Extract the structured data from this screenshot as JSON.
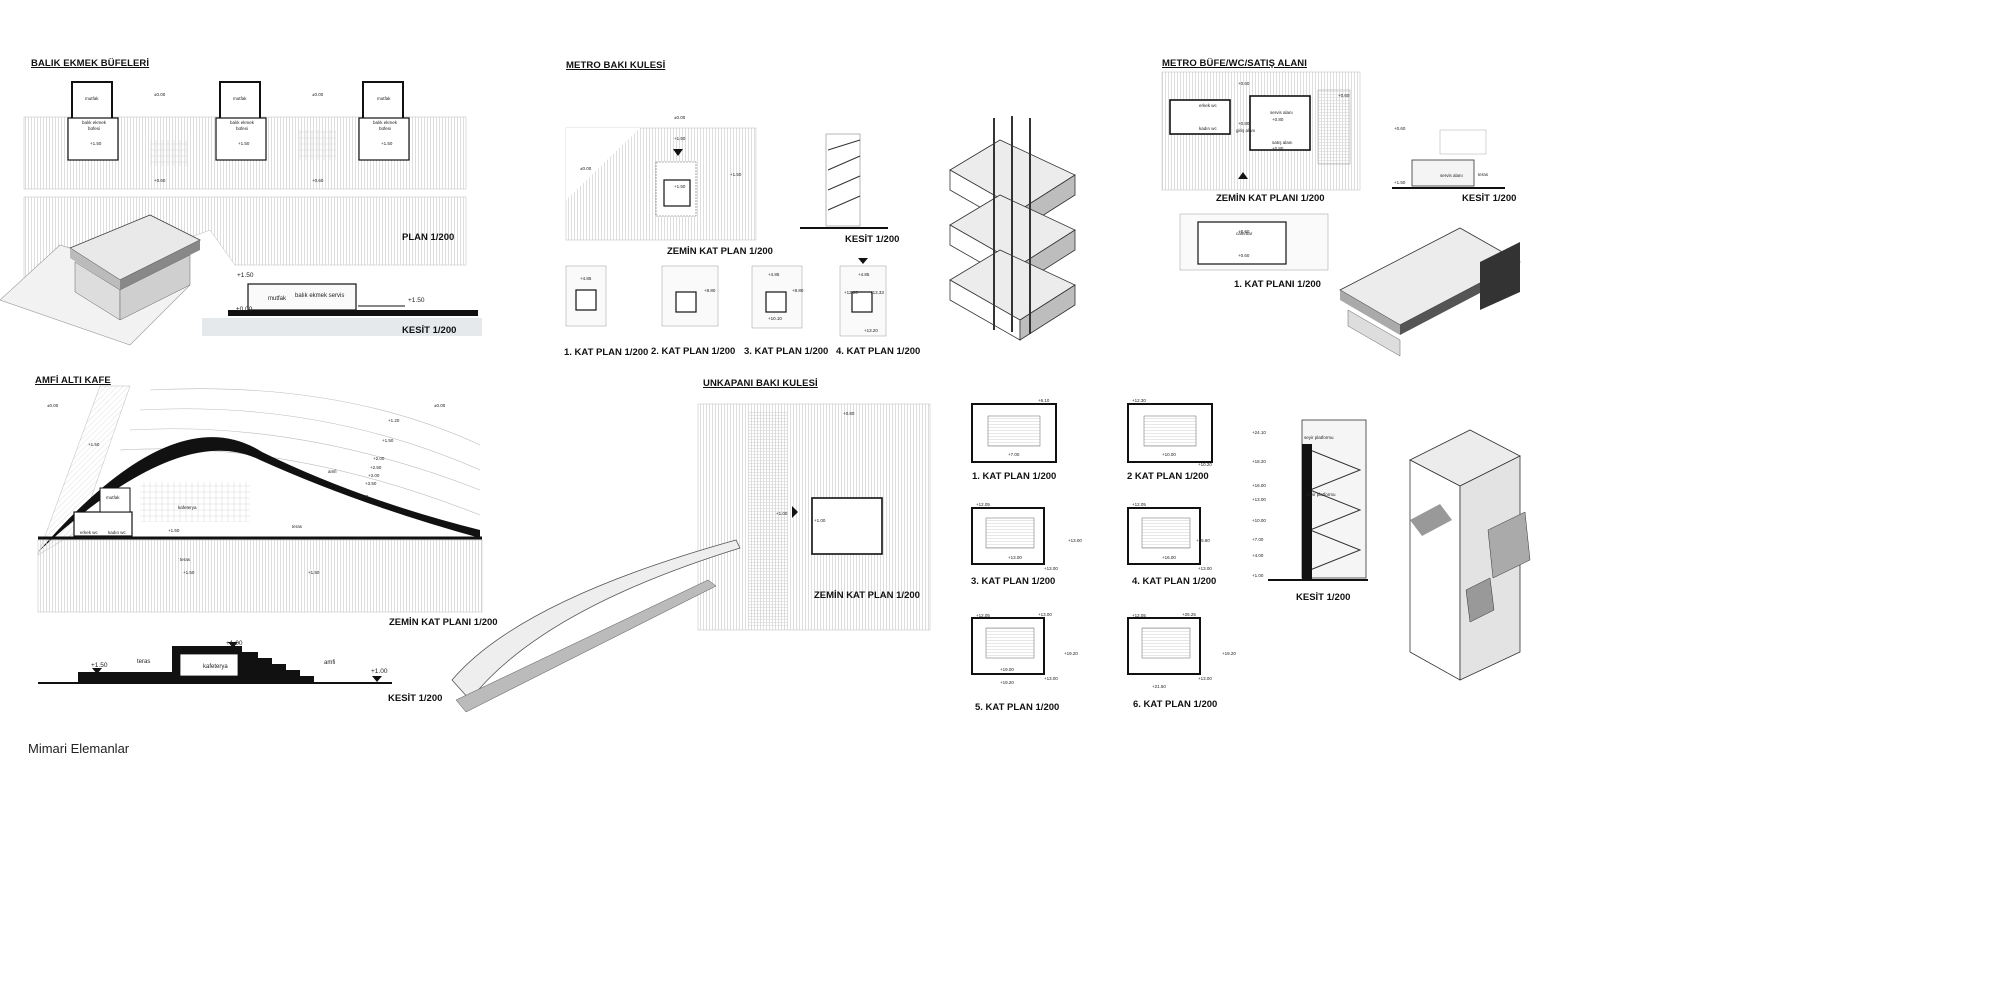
{
  "footer": "Mimari Elemanlar",
  "balik": {
    "title": "BALIK EKMEK BÜFELERİ",
    "plan": "PLAN 1/200",
    "kesit": "KESİT 1/200",
    "mutfak": "mutfak",
    "bufe": "balık ekmek",
    "bufe2": "büfesi",
    "kesit_mutfak": "mutfak",
    "kesit_servis": "balık ekmek servis",
    "lv_000": "±0.00",
    "lv_150": "+1.50",
    "lv_060": "+0.60"
  },
  "metro_kule": {
    "title": "METRO BAKI KULESİ",
    "zemin": "ZEMİN KAT PLAN 1/200",
    "kesit": "KESİT 1/200",
    "p1": "1. KAT PLAN 1/200",
    "p2": "2. KAT PLAN 1/200",
    "p3": "3. KAT PLAN 1/200",
    "p4": "4. KAT PLAN 1/200",
    "lv_000": "±0.00",
    "lv_150": "+1.50",
    "lv_485": "+4.85",
    "lv_880": "+8.80",
    "lv_1010": "+10.10",
    "lv_1220": "+12.20",
    "lv_1333": "+13.33",
    "lv_1320": "+13.20"
  },
  "metro_bufe": {
    "title": "METRO BÜFE/WC/SATIŞ ALANI",
    "zemin": "ZEMİN KAT PLANI 1/200",
    "p1": "1. KAT PLANI 1/200",
    "kesit": "KESİT 1/200",
    "erkek_wc": "erkek wc",
    "kadin_wc": "kadın wc",
    "servis": "servis alanı",
    "satis": "satış alanı",
    "giris": "giriş alanı",
    "cafe": "cafe/bar",
    "lv_060": "+0.60",
    "lv_080": "+0.80",
    "lv_150": "+1.50",
    "teras": "teras"
  },
  "amfi": {
    "title": "AMFİ ALTI KAFE",
    "zemin": "ZEMİN KAT PLANI 1/200",
    "kesit": "KESİT 1/200",
    "mutfak": "mutfak",
    "kafeterya": "kafeterya",
    "erkek_wc": "erkek wc",
    "kadin_wc": "kadın wc",
    "teras": "teras",
    "amfi": "amfi",
    "lv_000": "±0.00",
    "lv_150": "+1.50",
    "lv_120": "+1.20",
    "lv_200": "+2.00",
    "lv_250": "+2.50",
    "lv_300": "+3.00",
    "lv_350": "+3.50",
    "lv_400": "+4.00",
    "lv_100": "+1.00"
  },
  "unkapani": {
    "title": "UNKAPANI BAKI KULESİ",
    "zemin": "ZEMİN KAT PLAN  1/200",
    "p1": "1. KAT PLAN 1/200",
    "p2": "2 KAT PLAN 1/200",
    "p3": "3. KAT PLAN 1/200",
    "p4": "4. KAT PLAN 1/200",
    "p5": "5. KAT PLAN 1/200",
    "p6": "6. KAT PLAN 1/200",
    "kesit": "KESİT 1/200",
    "seyir1": "seyir platformu",
    "seyir2": "seyir platformu",
    "lv_080": "+0.80",
    "lv_100": "+1.00",
    "lv_700": "+7.00",
    "lv_610": "+6.10",
    "lv_1230": "+12.30",
    "lv_1000": "+10.00",
    "lv_1020": "+10.20",
    "lv_1205": "+12.05",
    "lv_1300": "+13.00",
    "lv_1580": "+15.80",
    "lv_1600": "+16.00",
    "lv_1900": "+19.00",
    "lv_1920": "+19.20",
    "lv_2525": "+25.25",
    "lv_2150": "+21.50",
    "k_2410": "+24.10",
    "k_1820": "+18.20",
    "k_1600": "+16.00",
    "k_1300": "+13.00",
    "k_1000": "+10.00",
    "k_700": "+7.00",
    "k_400": "+4.00",
    "k_100": "+1.00"
  }
}
